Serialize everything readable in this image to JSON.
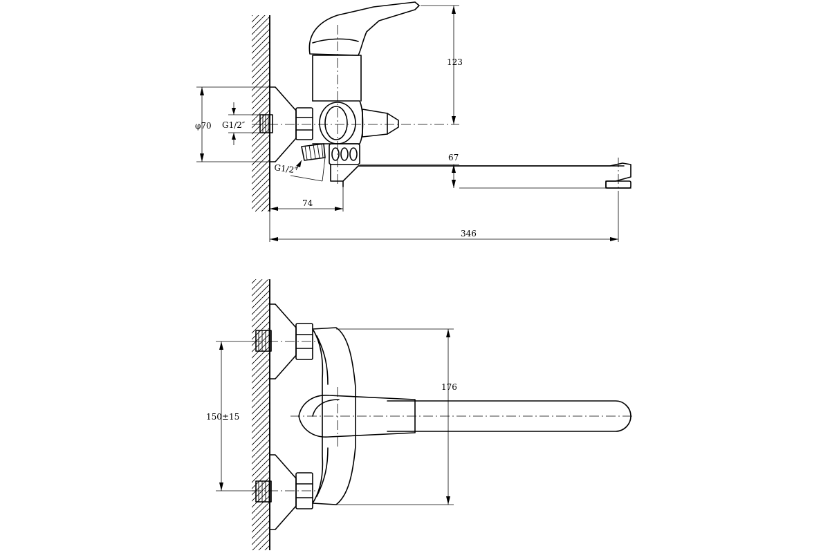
{
  "side_view": {
    "dim_height": "123",
    "dim_spout_height": "67",
    "dim_flange_dia": "φ70",
    "dim_thread_inlet": "G1/2″",
    "dim_thread_outlet": "G1/2″",
    "dim_body_depth": "74",
    "dim_total_length": "346"
  },
  "top_view": {
    "dim_body_width": "176",
    "dim_center_spacing": "150±15"
  }
}
